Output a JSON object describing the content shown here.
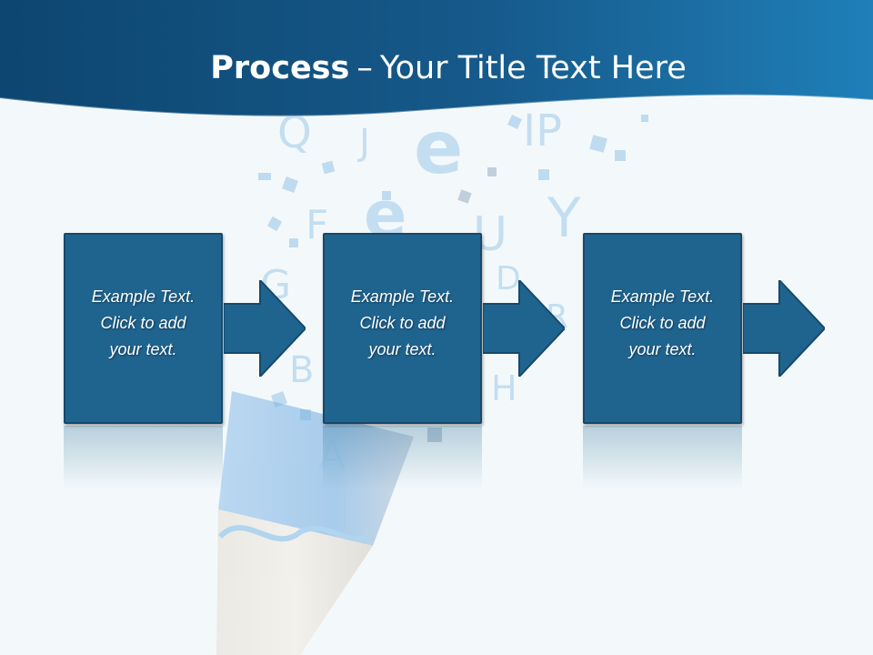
{
  "slide": {
    "title_bold": "Process",
    "title_separator": "–",
    "title_rest": "Your Title Text Here",
    "theme": {
      "header_color": "#1b6595",
      "box_fill": "#1f648f",
      "box_border": "#17496b",
      "background": "#f3f9fb"
    },
    "steps": [
      {
        "line1": "Example Text.",
        "line2": "Click  to add",
        "line3": "your text."
      },
      {
        "line1": "Example Text.",
        "line2": "Click  to add",
        "line3": "your text."
      },
      {
        "line1": "Example Text.",
        "line2": "Click  to add",
        "line3": "your text."
      }
    ],
    "decor": {
      "background_art": "pencil-with-letters-illustration",
      "connector_icon": "arrow-right-icon"
    }
  }
}
